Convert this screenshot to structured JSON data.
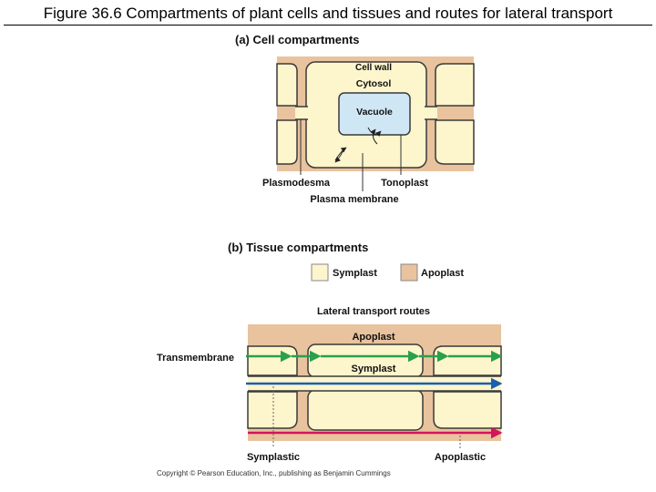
{
  "title": "Figure 36.6  Compartments of plant cells and tissues and routes for lateral transport",
  "panel_a": {
    "heading": "(a) Cell compartments",
    "cell_wall": "Cell wall",
    "cytosol": "Cytosol",
    "vacuole": "Vacuole",
    "plasmodesma": "Plasmodesma",
    "tonoplast": "Tonoplast",
    "plasma_membrane": "Plasma membrane"
  },
  "panel_b": {
    "heading": "(b) Tissue  compartments",
    "legend": {
      "symplast": "Symplast",
      "apoplast": "Apoplast"
    },
    "routes_title": "Lateral transport routes",
    "apoplast_label": "Apoplast",
    "symplast_label": "Symplast",
    "transmembrane": "Transmembrane",
    "symplastic": "Symplastic",
    "apoplastic": "Apoplastic"
  },
  "copyright": "Copyright © Pearson Education, Inc., publishing as Benjamin Cummings",
  "colors": {
    "wall": "#e8c39e",
    "cytosol": "#fdf5cc",
    "vacuole": "#cfe6f5",
    "membrane": "#3a3a3a",
    "transmembrane_arrow": "#2aa04a",
    "symplastic_arrow": "#1a5fb0",
    "apoplastic_arrow": "#d2145a"
  }
}
